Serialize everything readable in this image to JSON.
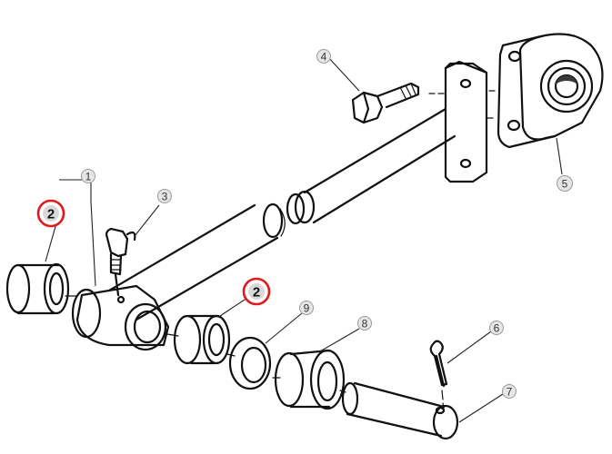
{
  "callouts": {
    "c1": "1",
    "c2a": "2",
    "c2b": "2",
    "c3": "3",
    "c4": "4",
    "c5": "5",
    "c6": "6",
    "c7": "7",
    "c8": "8",
    "c9": "9"
  },
  "highlight_color": "#e01b1b"
}
